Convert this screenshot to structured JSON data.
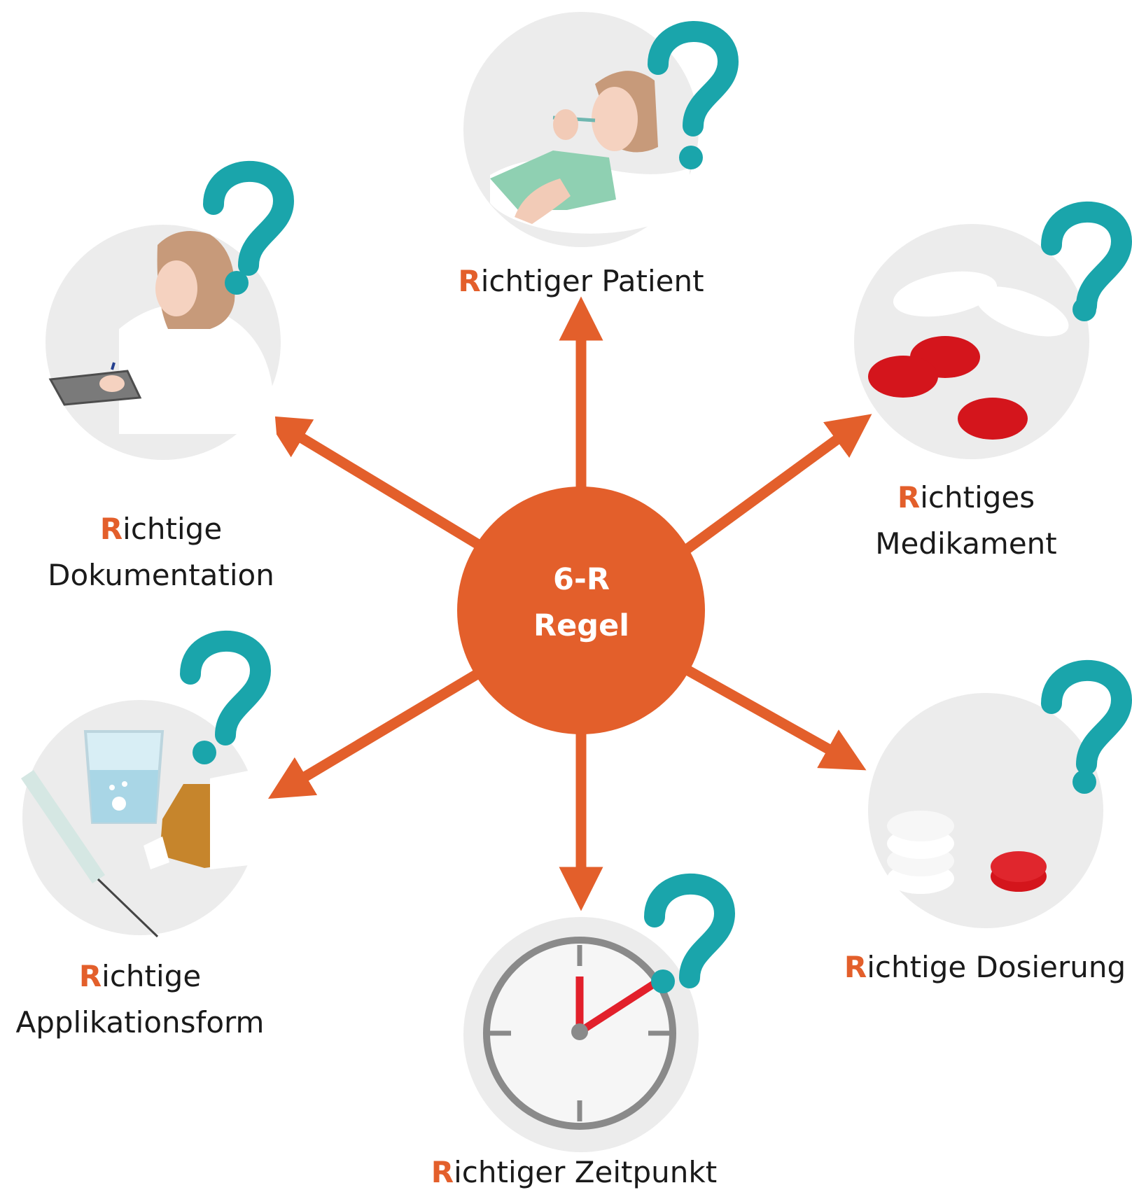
{
  "colors": {
    "arrow": "#e35f2b",
    "hub": "#e35f2b",
    "bubble": "#ececec",
    "question_mark": "#1aa5ab",
    "highlight_r": "#e35f2b",
    "label_text": "#1a1a1a"
  },
  "center": {
    "line1": "6-R",
    "line2": "Regel"
  },
  "items": [
    {
      "id": "patient",
      "icon": "patient-in-bed-icon",
      "label_lines": [
        {
          "r": "R",
          "rest": "ichtiger Patient"
        }
      ]
    },
    {
      "id": "medikament",
      "icon": "pills-icon",
      "label_lines": [
        {
          "r": "R",
          "rest": "ichtiges"
        },
        {
          "r": "",
          "rest": "Medikament"
        }
      ]
    },
    {
      "id": "dosierung",
      "icon": "stacked-tablets-icon",
      "label_lines": [
        {
          "r": "R",
          "rest": "ichtige Dosierung"
        }
      ]
    },
    {
      "id": "zeitpunkt",
      "icon": "clock-icon",
      "label_lines": [
        {
          "r": "R",
          "rest": "ichtiger Zeitpunkt"
        }
      ]
    },
    {
      "id": "applikationsform",
      "icon": "syringe-glass-bottle-icon",
      "label_lines": [
        {
          "r": "R",
          "rest": "ichtige"
        },
        {
          "r": "",
          "rest": "Applikationsform"
        }
      ]
    },
    {
      "id": "dokumentation",
      "icon": "nurse-clipboard-icon",
      "label_lines": [
        {
          "r": "R",
          "rest": "ichtige"
        },
        {
          "r": "",
          "rest": "Dokumentation"
        }
      ]
    }
  ]
}
